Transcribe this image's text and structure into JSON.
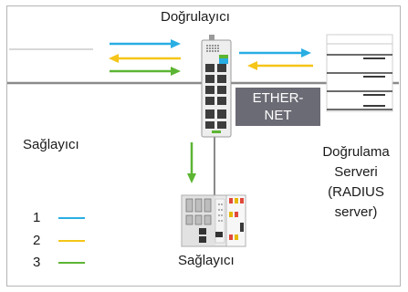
{
  "title": "Doğrulayıcı",
  "supplicant_left_label": "Sağlayıcı",
  "supplicant_bottom_label": "Sağlayıcı",
  "ethernet_label_line1": "ETHER-",
  "ethernet_label_line2": "NET",
  "server_label_lines": [
    "Doğrulama",
    "Serveri",
    "(RADIUS",
    "server)"
  ],
  "legend": [
    {
      "number": "1",
      "color": "#29aee3"
    },
    {
      "number": "2",
      "color": "#f5c518"
    },
    {
      "number": "3",
      "color": "#5cb533"
    }
  ],
  "colors": {
    "blue": "#29aee3",
    "yellow": "#f5c518",
    "green": "#5cb533",
    "ethernet_box": "#6b6b75",
    "line_gray": "#8a8a8a"
  },
  "icons": {
    "switch": "network-switch-icon",
    "server": "server-rack-icon",
    "plc": "plc-controller-icon"
  }
}
